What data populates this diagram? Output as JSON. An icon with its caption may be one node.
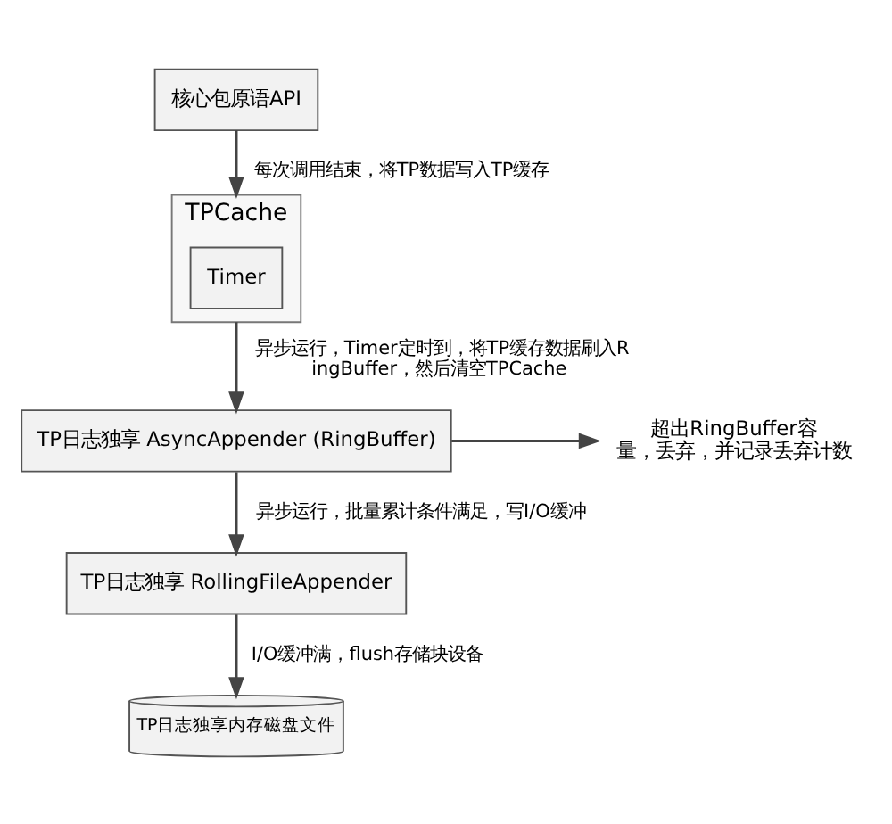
{
  "diagram": {
    "nodes": [
      {
        "text": [
          "核心包原语API"
        ]
      },
      {
        "text": [
          "TPCache"
        ]
      },
      {
        "text": [
          "Timer"
        ],
        "in": 1
      },
      {
        "text": [
          "TP日志独享 AsyncAppender (RingBuffer)"
        ]
      },
      {
        "text": [
          "TP日志独享 RollingFileAppender"
        ]
      },
      {
        "text": [
          "TP日志独享内存磁盘文件"
        ]
      },
      {
        "text": [
          "超出RingBuffer容量，丢弃，并记录丢弃计数"
        ]
      }
    ],
    "edges": [
      {
        "from": 0,
        "to": 1,
        "arrow": "to",
        "label": "每次调用结束，将TP数据写入TP缓存"
      },
      {
        "from": 1,
        "to": 3,
        "arrow": "to",
        "label": "异步运行，Timer定时到，将TP缓存数据刷入RingBuffer，然后清空TPCache"
      },
      {
        "from": 3,
        "to": 6,
        "arrow": "to"
      },
      {
        "from": 3,
        "to": 4,
        "arrow": "to",
        "label": "异步运行，批量累计条件满足，写I/O缓冲"
      },
      {
        "from": 4,
        "to": 5,
        "arrow": "to",
        "label": "I/O缓冲满，flush存储块设备"
      }
    ]
  }
}
